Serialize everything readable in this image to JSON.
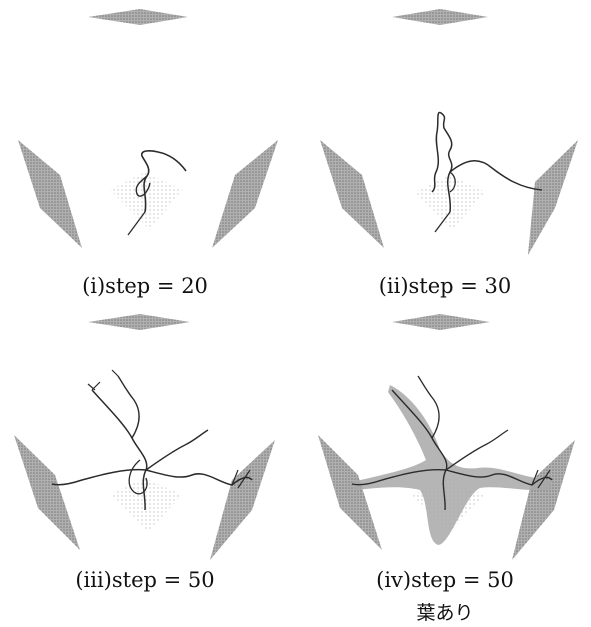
{
  "panels": [
    {
      "caption": "(i)step = 20",
      "step": 20
    },
    {
      "caption": "(ii)step = 30",
      "step": 30
    },
    {
      "caption": "(iii)step = 50",
      "step": 50
    },
    {
      "caption": "(iv)step = 50",
      "step": 50,
      "note": "葉あり"
    }
  ],
  "colors": {
    "plate": "#9a9a9a",
    "plate_light": "#c8c8c8",
    "branch": "#2b2b2b",
    "leaf": "#a8a8a8",
    "background": "#ffffff"
  }
}
